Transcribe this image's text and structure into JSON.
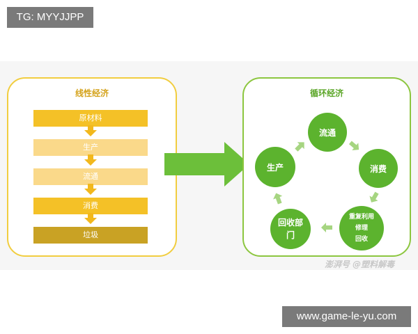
{
  "tags": {
    "top": "TG: MYYJJPP",
    "bottom": "www.game-le-yu.com"
  },
  "linear": {
    "title": "线性经济",
    "steps": [
      {
        "label": "原材料",
        "color": "#f4c127"
      },
      {
        "label": "生产",
        "color": "#fad98a"
      },
      {
        "label": "流通",
        "color": "#fad98a"
      },
      {
        "label": "消费",
        "color": "#f4c127"
      },
      {
        "label": "垃圾",
        "color": "#c9a224"
      }
    ],
    "arrow_color": "#f2b81c"
  },
  "circular": {
    "title": "循环经济",
    "nodes": {
      "circulation": "流通",
      "consumption": "消费",
      "reuse": [
        "重复利用",
        "修理",
        "回收"
      ],
      "recycling_dept": [
        "回收部",
        "门"
      ],
      "production": "生产"
    },
    "node_color": "#5cb32e",
    "cycle_arrow_color": "#a6d581"
  },
  "main_arrow_color": "#6cbf3a",
  "watermark": "澎湃号 @塑料解毒"
}
